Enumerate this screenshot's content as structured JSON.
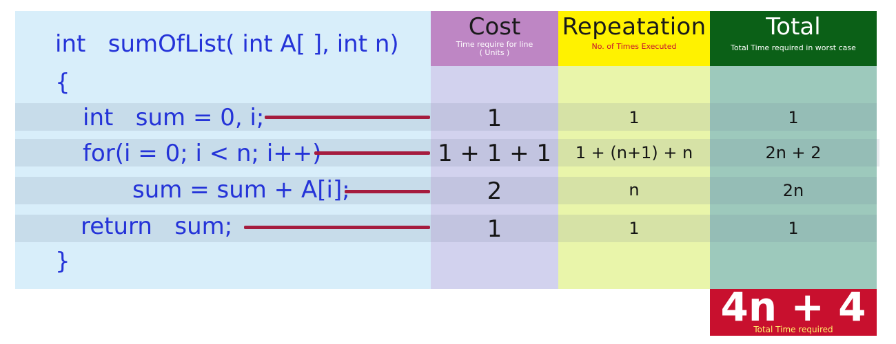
{
  "code": {
    "line1": "int   sumOfList( int A[ ], int n)",
    "line2": "{",
    "line3": "int   sum = 0, i;",
    "line4": "for(i = 0; i < n; i++)",
    "line5": "sum = sum + A[i];",
    "line6": "return   sum;",
    "line7": "}"
  },
  "columns": {
    "cost": {
      "title": "Cost",
      "subtitle_1": "Time require for line",
      "subtitle_2": "( Units )"
    },
    "repetition": {
      "title": "Repeatation",
      "subtitle": "No. of Times Executed"
    },
    "total": {
      "title": "Total",
      "subtitle": "Total Time required in worst case"
    }
  },
  "rows": [
    {
      "cost": "1",
      "repetition": "1",
      "total": "1"
    },
    {
      "cost": "1 + 1 + 1",
      "repetition": "1 + (n+1) + n",
      "total": "2n + 2"
    },
    {
      "cost": "2",
      "repetition": "n",
      "total": "2n"
    },
    {
      "cost": "1",
      "repetition": "1",
      "total": "1"
    }
  ],
  "final": {
    "value": "4n + 4",
    "label": "Total Time required"
  },
  "colors": {
    "code_text": "#2433d8",
    "connector": "#a51c3e",
    "cost_header": "#be86c4",
    "repetition_header": "#fff200",
    "total_header": "#0b6017",
    "final_box": "#c8102e"
  }
}
